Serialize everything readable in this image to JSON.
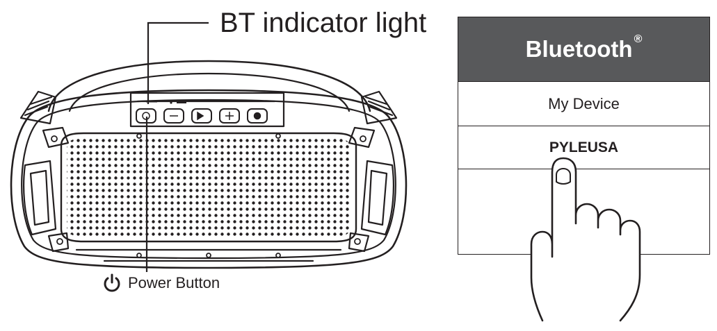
{
  "labels": {
    "bt_indicator": "BT indicator light",
    "power_button": "Power Button"
  },
  "bluetooth_menu": {
    "header": "Bluetooth",
    "header_mark": "®",
    "devices": [
      "My Device",
      "PYLEUSA"
    ]
  },
  "colors": {
    "line": "#231f20",
    "header_bg": "#58595b",
    "header_text": "#ffffff"
  },
  "icons": [
    "power-icon",
    "minus-icon",
    "play-pause-icon",
    "plus-icon",
    "mode-icon",
    "hand-pointer-icon"
  ]
}
